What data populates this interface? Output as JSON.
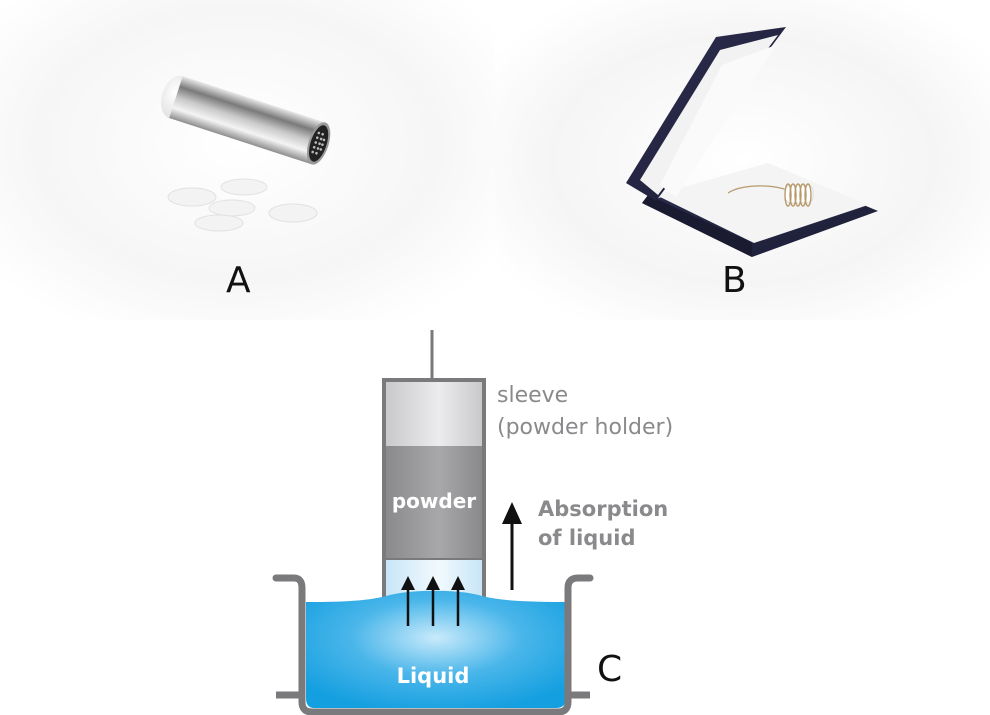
{
  "panels": {
    "a": {
      "label": "A",
      "caption": "Metal sample tube with perforated end and filter paper discs"
    },
    "b": {
      "label": "B",
      "caption": "Open dark blue case containing coiled wire sample holder"
    },
    "c": {
      "label": "C"
    }
  },
  "diagram": {
    "sleeve_label": "sleeve",
    "sleeve_sublabel": "(powder holder)",
    "powder_label": "powder",
    "absorption_label_line1": "Absorption",
    "absorption_label_line2": "of liquid",
    "liquid_label": "Liquid"
  },
  "colors": {
    "liquid": "#1aa3e0",
    "liquid_light": "#a8dcf5",
    "vessel": "#7a7a7c",
    "sleeve_light": "#d8d8da",
    "powder_dark": "#8e8e90",
    "text_gray": "#8a8a8c",
    "case_navy": "#23243f"
  }
}
